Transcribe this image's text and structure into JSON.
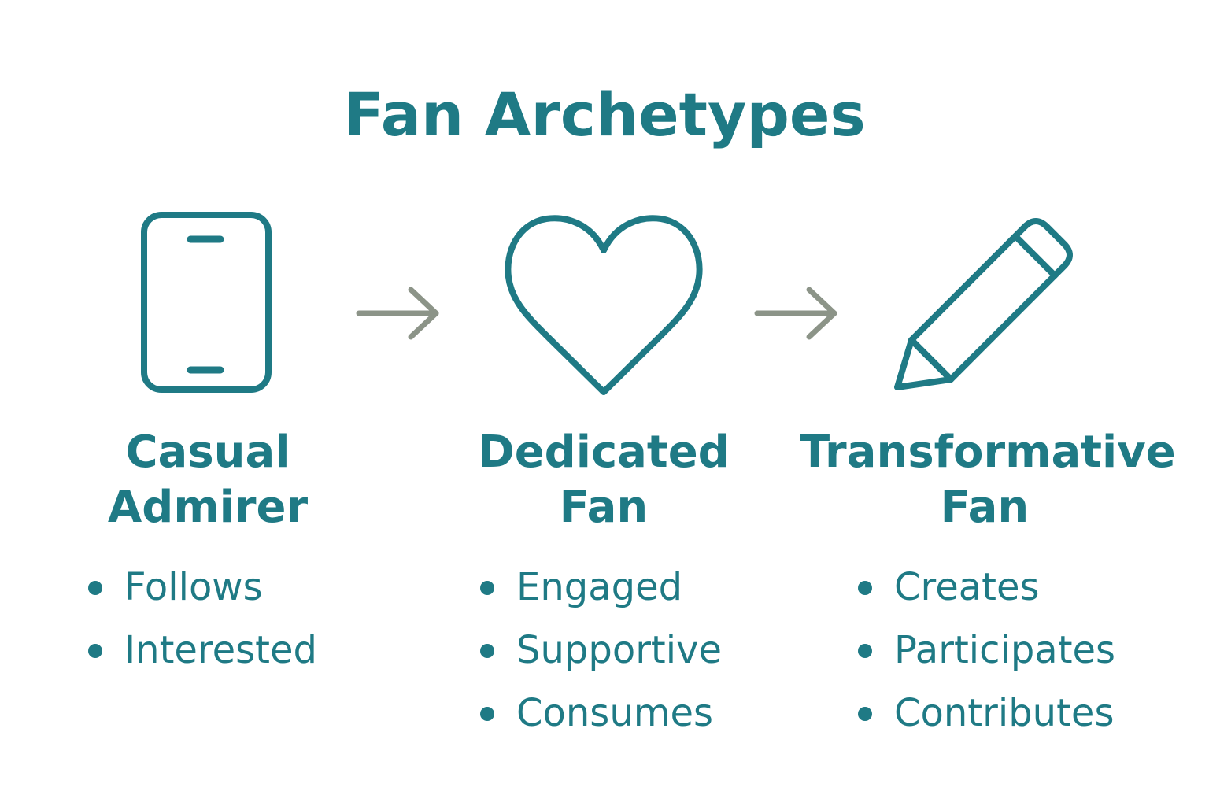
{
  "title": "Fan Archetypes",
  "colors": {
    "primary": "#1f7a85",
    "arrow": "#8c9488"
  },
  "archetypes": [
    {
      "icon": "smartphone-icon",
      "title_line1": "Casual",
      "title_line2": "Admirer",
      "traits": [
        "Follows",
        "Interested"
      ]
    },
    {
      "icon": "heart-icon",
      "title_line1": "Dedicated",
      "title_line2": "Fan",
      "traits": [
        "Engaged",
        "Supportive",
        "Consumes"
      ]
    },
    {
      "icon": "pencil-icon",
      "title_line1": "Transformative",
      "title_line2": "Fan",
      "traits": [
        "Creates",
        "Participates",
        "Contributes"
      ]
    }
  ]
}
